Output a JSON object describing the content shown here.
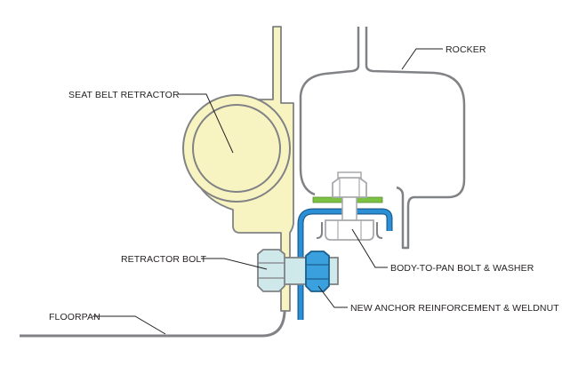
{
  "labels": {
    "seat_belt_retractor": "SEAT BELT RETRACTOR",
    "rocker": "ROCKER",
    "retractor_bolt": "RETRACTOR BOLT",
    "body_to_pan_bolt": "BODY-TO-PAN BOLT & WASHER",
    "floorpan": "FLOORPAN",
    "new_anchor": "NEW ANCHOR REINFORCEMENT & WELDNUT"
  },
  "colors": {
    "outline": "#808285",
    "retractor_fill": "#f8f4c2",
    "bolt_fill": "#cfe9ea",
    "reinforcement": "#2a8fd4",
    "weldnut": "#3aa0de",
    "washer": "#7bc143",
    "text": "#231f20"
  }
}
